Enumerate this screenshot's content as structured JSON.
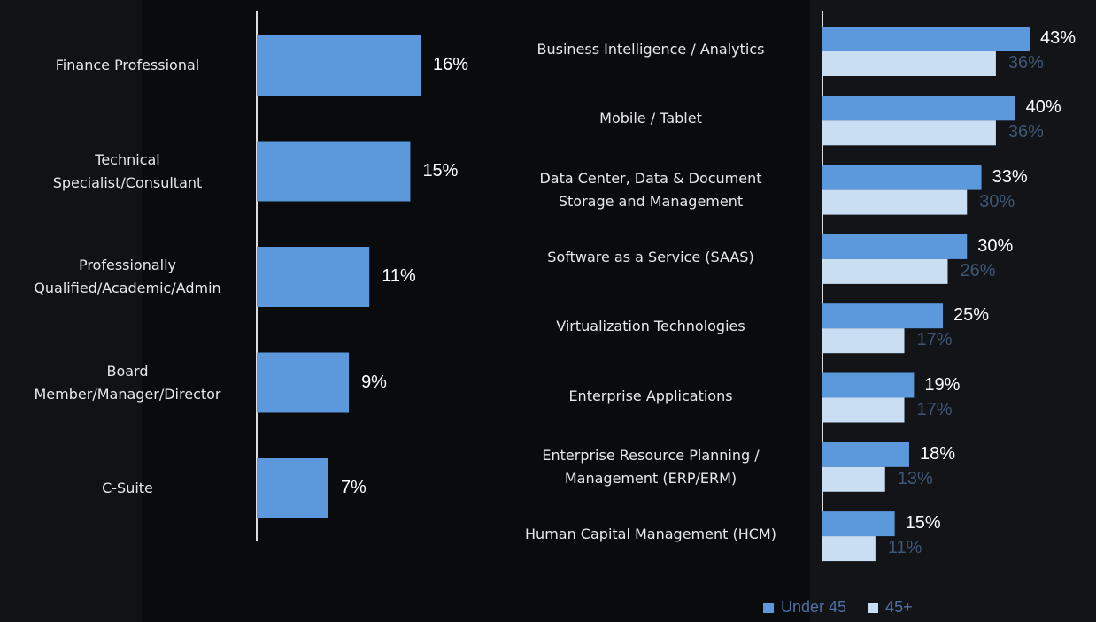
{
  "colors": {
    "bar_under45": "#5b98dc",
    "bar_45plus": "#c9ddf3",
    "label_under45": "#ffffff",
    "label_45plus": "#3f5777",
    "axis": "#dddddd"
  },
  "chart_data": [
    {
      "type": "bar",
      "orientation": "horizontal",
      "categories": [
        "Finance Professional",
        "Technical Specialist/Consultant",
        "Professionally Qualified/Academic/Admin",
        "Board Member/Manager/Director",
        "C-Suite"
      ],
      "category_lines": [
        [
          "Finance Professional"
        ],
        [
          "Technical",
          "Specialist/Consultant"
        ],
        [
          "Professionally",
          "Qualified/Academic/Admin"
        ],
        [
          "Board",
          "Member/Manager/Director"
        ],
        [
          "C-Suite"
        ]
      ],
      "values": [
        16,
        15,
        11,
        9,
        7
      ],
      "value_labels": [
        "16%",
        "15%",
        "11%",
        "9%",
        "7%"
      ],
      "xlim": [
        0,
        20
      ]
    },
    {
      "type": "bar",
      "orientation": "horizontal",
      "categories": [
        "Business Intelligence / Analytics",
        "Mobile / Tablet",
        "Data Center, Data & Document Storage and Management",
        "Software as a Service (SAAS)",
        "Virtualization Technologies",
        "Enterprise Applications",
        "Enterprise Resource Planning / Management (ERP/ERM)",
        "Human Capital Management (HCM)"
      ],
      "category_lines": [
        [
          "Business Intelligence / Analytics"
        ],
        [
          "Mobile / Tablet"
        ],
        [
          "Data Center, Data & Document",
          "Storage and Management"
        ],
        [
          "Software as a Service (SAAS)"
        ],
        [
          "Virtualization Technologies"
        ],
        [
          "Enterprise Applications"
        ],
        [
          "Enterprise Resource Planning /",
          "Management (ERP/ERM)"
        ],
        [
          "Human Capital Management (HCM)"
        ]
      ],
      "series": [
        {
          "name": "Under 45",
          "values": [
            43,
            40,
            33,
            30,
            25,
            19,
            18,
            15
          ],
          "value_labels": [
            "43%",
            "40%",
            "33%",
            "30%",
            "25%",
            "19%",
            "18%",
            "15%"
          ]
        },
        {
          "name": "45+",
          "values": [
            36,
            36,
            30,
            26,
            17,
            17,
            13,
            11
          ],
          "value_labels": [
            "36%",
            "36%",
            "30%",
            "26%",
            "17%",
            "17%",
            "13%",
            "11%"
          ]
        }
      ],
      "xlim": [
        0,
        50
      ],
      "legend": "bottom-right"
    }
  ]
}
